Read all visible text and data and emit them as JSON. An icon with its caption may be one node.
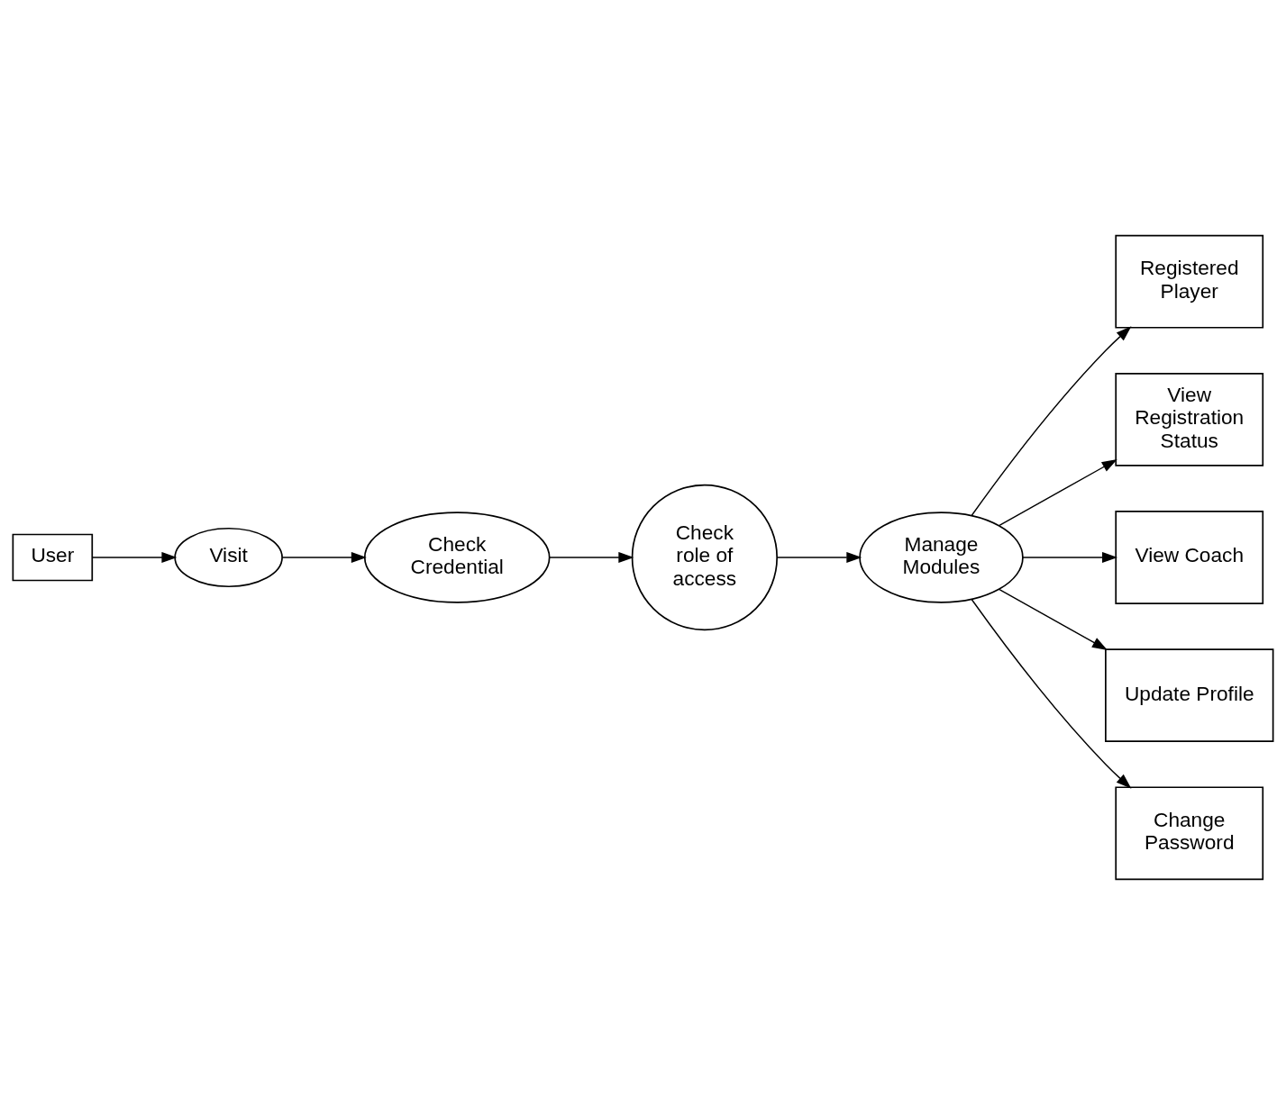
{
  "diagram": {
    "nodes": [
      {
        "text": [
          "User"
        ]
      },
      {
        "text": [
          "Visit"
        ]
      },
      {
        "text": [
          "Check role of access"
        ]
      },
      {
        "text": [
          "Check Credential"
        ]
      },
      {
        "text": [
          "Manage Modules"
        ]
      },
      {
        "text": [
          "Registered Player"
        ]
      },
      {
        "text": [
          "View Registration Status"
        ]
      },
      {
        "text": [
          "View Coach"
        ]
      },
      {
        "text": [
          "Update Profile"
        ]
      },
      {
        "text": [
          "Change Password"
        ]
      }
    ],
    "edges": [
      {
        "from": 0,
        "to": 1,
        "arrow": "to"
      },
      {
        "from": 1,
        "to": 3,
        "arrow": "to"
      },
      {
        "from": 3,
        "to": 2,
        "arrow": "to"
      },
      {
        "from": 2,
        "to": 4,
        "arrow": "to"
      },
      {
        "from": 4,
        "to": 5,
        "arrow": "to"
      },
      {
        "from": 4,
        "to": 6,
        "arrow": "to"
      },
      {
        "from": 4,
        "to": 7,
        "arrow": "to"
      },
      {
        "from": 4,
        "to": 8,
        "arrow": "to"
      },
      {
        "from": 4,
        "to": 9,
        "arrow": "to"
      }
    ]
  }
}
